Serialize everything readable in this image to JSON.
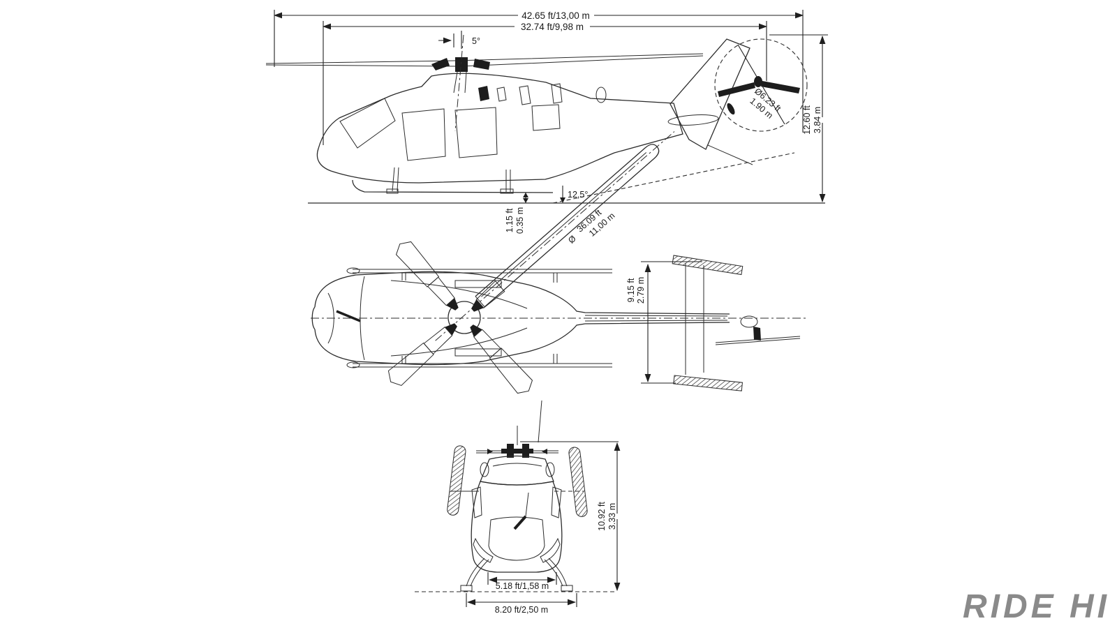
{
  "diagram": {
    "title_semantic": "helicopter three-view dimension drawing",
    "side_view": {
      "length_overall_label": "42.65 ft/13,00 m",
      "fuselage_length_label": "32.74 ft/9,98 m",
      "mast_tilt_label": "5°",
      "tail_rotor_diameter_ft": "Ø6.23 ft",
      "tail_rotor_diameter_m": "1.90 m",
      "height_ft": "12.60 ft",
      "height_m": "3.84 m",
      "ground_clearance_ft": "1.15 ft",
      "ground_clearance_m": "0.35 m",
      "tail_angle_label": "12,5°"
    },
    "main_rotor": {
      "diameter_symbol": "Ø",
      "diameter_ft": "36.09 ft",
      "diameter_m": "11,00 m"
    },
    "top_view": {
      "stabilizer_span_ft": "9.15 ft",
      "stabilizer_span_m": "2.79 m"
    },
    "front_view": {
      "height_ft": "10.92 ft",
      "height_m": "3.33 m",
      "cabin_width_label": "5.18 ft/1,58 m",
      "overall_width_label": "8.20 ft/2,50 m"
    },
    "watermark": "RIDE HI",
    "colors": {
      "line": "#2b2b2b",
      "watermark": "#8a8a8a",
      "background": "#ffffff"
    }
  }
}
